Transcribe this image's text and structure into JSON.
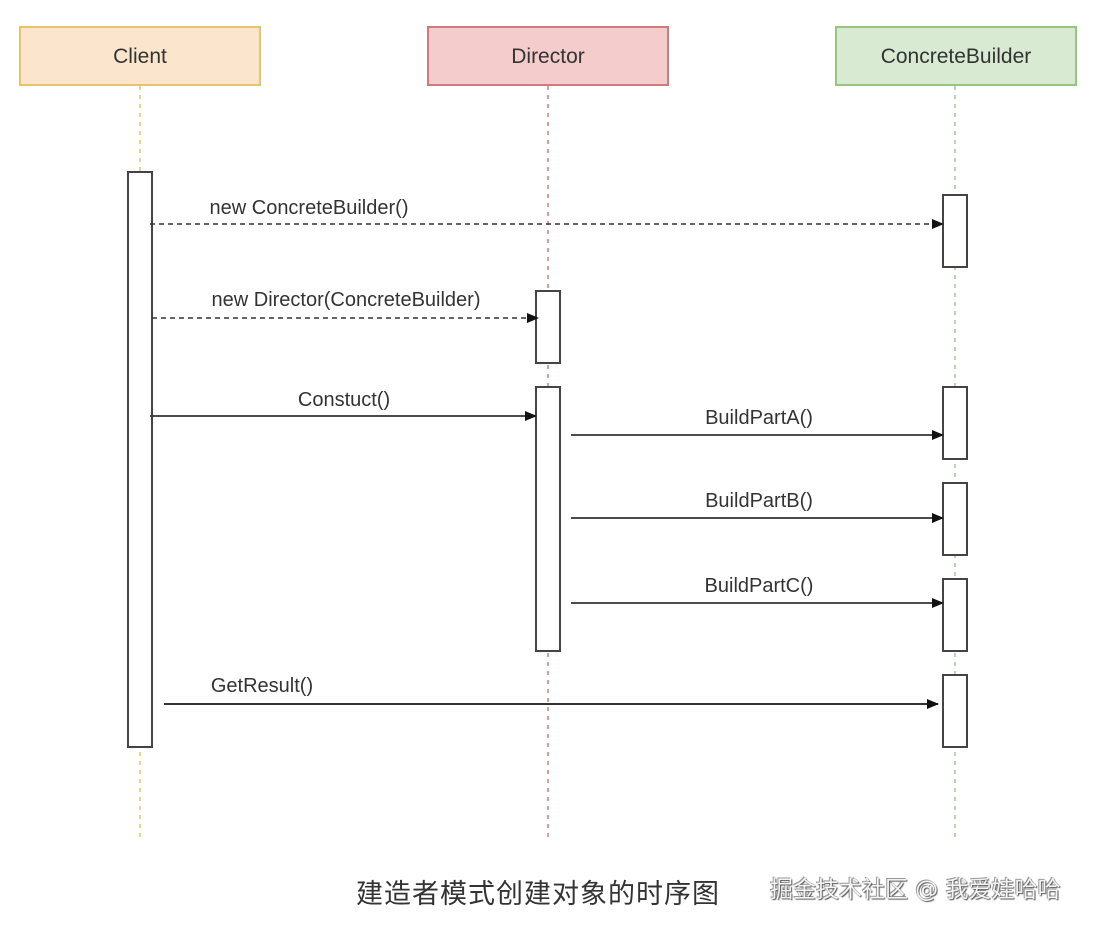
{
  "diagram": {
    "type": "sequence",
    "participants": [
      {
        "id": "client",
        "label": "Client",
        "fill": "#fce5cd",
        "stroke": "#e6c46e",
        "lifeline": "#e6c46e"
      },
      {
        "id": "director",
        "label": "Director",
        "fill": "#f4cccc",
        "stroke": "#d07a7e",
        "lifeline": "#d07a7e"
      },
      {
        "id": "builder",
        "label": "ConcreteBuilder",
        "fill": "#d9ead3",
        "stroke": "#97c47e",
        "lifeline": "#a8c49a"
      }
    ],
    "messages": [
      {
        "label": "new ConcreteBuilder()",
        "from": "client",
        "to": "builder",
        "style": "dashed"
      },
      {
        "label": "new Director(ConcreteBuilder)",
        "from": "client",
        "to": "director",
        "style": "dashed"
      },
      {
        "label": "Constuct()",
        "from": "client",
        "to": "director",
        "style": "solid"
      },
      {
        "label": "BuildPartA()",
        "from": "director",
        "to": "builder",
        "style": "solid"
      },
      {
        "label": "BuildPartB()",
        "from": "director",
        "to": "builder",
        "style": "solid"
      },
      {
        "label": "BuildPartC()",
        "from": "director",
        "to": "builder",
        "style": "solid"
      },
      {
        "label": "GetResult()",
        "from": "client",
        "to": "builder",
        "style": "solid"
      }
    ]
  },
  "caption": "建造者模式创建对象的时序图",
  "watermark": "掘金技术社区 @ 我爱娃哈哈"
}
